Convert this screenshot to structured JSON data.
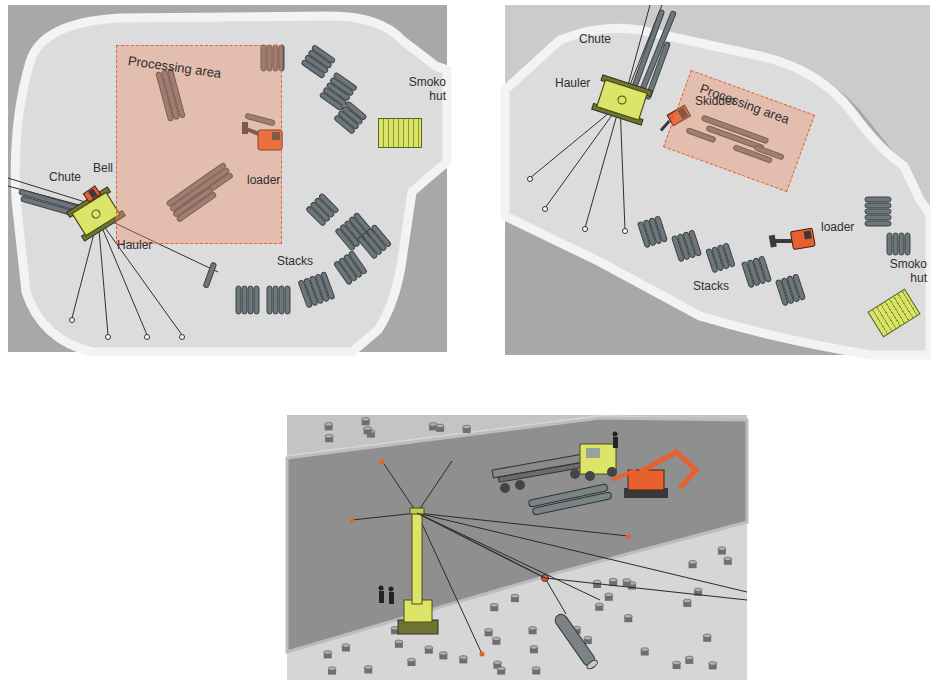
{
  "diagram": {
    "nodes": [
      {
        "text": [
          "Processing area"
        ]
      },
      {
        "text": [
          "Smoko hut"
        ]
      },
      {
        "text": [
          "Processing area"
        ]
      },
      {
        "text": [
          "Smoko hut"
        ]
      }
    ],
    "labels": [
      "Chute",
      "Bell",
      "loader",
      "Hauler",
      "Stacks",
      "Chute",
      "Hauler",
      "Skidder",
      "loader",
      "Stacks"
    ]
  }
}
